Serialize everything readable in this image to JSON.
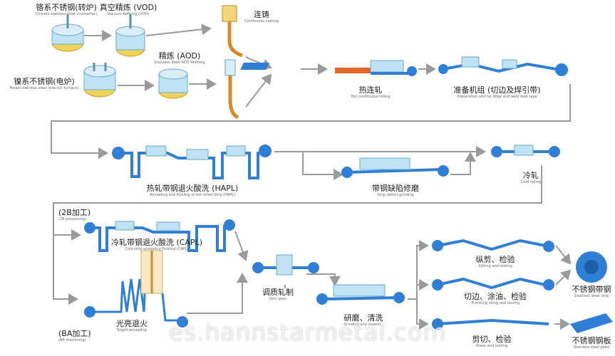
{
  "steps": {
    "chrome": {
      "zh": "铬系不锈钢(转炉)",
      "en": "Chrome stainless steel (converter)"
    },
    "vod": {
      "zh": "真空精炼 (VOD)",
      "en": "Vacuum Refining (VOD)"
    },
    "caster": {
      "zh": "连铸",
      "en": "Continuous casting"
    },
    "aod": {
      "zh": "精炼 (AOD)",
      "en": "Stainless Steel AOD Refining"
    },
    "nickel": {
      "zh": "镍系不锈钢(电炉)",
      "en": "Nickel stainless steel (electric furnace)"
    },
    "hot_rolling": {
      "zh": "热连轧",
      "en": "Hot continuous rolling"
    },
    "prep": {
      "zh": "准备机组 (切边及焊引带)",
      "en": "Preparation unit for edge and weld lead tape"
    },
    "hapl": {
      "zh": "热轧带钢退火酸洗 (HAPL)",
      "en": "Annealing and Pickling of hot rolled Strip (HAPL)"
    },
    "defect": {
      "zh": "带钢缺陷修磨",
      "en": "Strip defect grinding"
    },
    "cold": {
      "zh": "冷轧",
      "en": "Cold rolling"
    },
    "process_2b": {
      "zh": "(2B加工)",
      "en": "(2B processing)"
    },
    "capl": {
      "zh": "冷轧带钢退火酸洗 (CAPL)",
      "en": "Cold strip annealing Pickling (CAPL)"
    },
    "bright": {
      "zh": "光亮退火",
      "en": "Bright annealing"
    },
    "process_ba": {
      "zh": "(BA加工)",
      "en": "(BA machining)"
    },
    "skin": {
      "zh": "调质轧制",
      "en": "Skin-pass"
    },
    "grind": {
      "zh": "研磨、清洗",
      "en": "Grinding and cleaning"
    },
    "slit": {
      "zh": "纵剪、检验",
      "en": "Slitting and testing"
    },
    "trim": {
      "zh": "切边、涂油、检验",
      "en": "Trimming oiling and testing"
    },
    "cut": {
      "zh": "剪切、检验",
      "en": "Shear and testing"
    },
    "coil": {
      "zh": "不锈钢带钢",
      "en": "Stainless steel strip"
    },
    "plate": {
      "zh": "不锈钢钢板",
      "en": "Stainless steel plate"
    }
  },
  "watermark": "es.hannstarmetal.com",
  "colors": {
    "strip": "#2f7fd6",
    "equipment": "#9fd0ee",
    "arrow": "#9a9a9a",
    "furnace": "#e8b83a"
  }
}
